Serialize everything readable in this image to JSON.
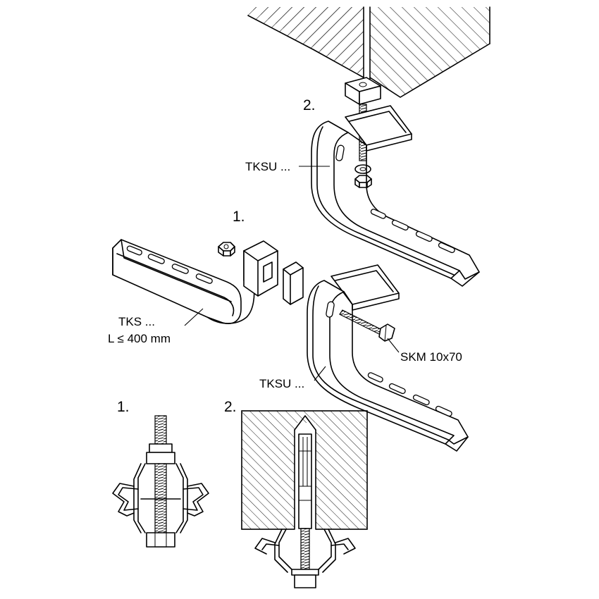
{
  "labels": {
    "step_ceiling": "2.",
    "step_wall": "1.",
    "detail_left_step": "1.",
    "detail_right_step": "2.",
    "tksu_top": "TKSU ...",
    "tksu_bottom": "TKSU ...",
    "tks_name": "TKS ...",
    "tks_length": "L ≤ 400 mm",
    "screw": "SKM 10x70"
  },
  "colors": {
    "line": "#000000",
    "background": "#ffffff"
  }
}
